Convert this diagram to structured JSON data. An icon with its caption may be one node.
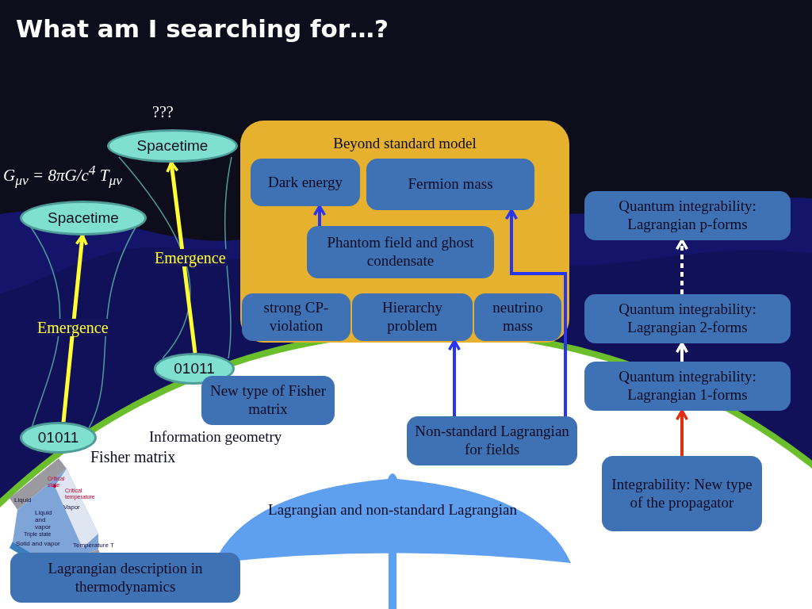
{
  "diagram": {
    "title": "What am I searching for…?",
    "nodes": [
      {
        "text": [
          "Spacetime"
        ],
        "beside": [
          "???"
        ]
      },
      {
        "text": [
          "Spacetime"
        ]
      },
      {
        "text": [
          "01011"
        ],
        "beside": [
          "Fisher matrix"
        ]
      },
      {
        "text": [
          "01011"
        ]
      },
      {
        "text": [
          "New type of Fisher matrix"
        ]
      },
      {
        "text": [
          "Beyond standard model"
        ]
      },
      {
        "text": [
          "Dark energy"
        ],
        "in": 5
      },
      {
        "text": [
          "Fermion mass"
        ],
        "in": 5
      },
      {
        "text": [
          "Phantom field and ghost condensate"
        ],
        "in": 5
      },
      {
        "text": [
          "strong CP-violation"
        ],
        "in": 5
      },
      {
        "text": [
          "Hierarchy problem"
        ],
        "in": 5
      },
      {
        "text": [
          "neutrino mass"
        ],
        "in": 5
      },
      {
        "text": [
          "Non-standard Lagrangian for fields"
        ]
      },
      {
        "text": [
          "Lagrangian and non-standard Lagrangian"
        ]
      },
      {
        "text": [
          "Quantum integrability: Lagrangian p-forms"
        ]
      },
      {
        "text": [
          "Quantum integrability: Lagrangian 2-forms"
        ]
      },
      {
        "text": [
          "Quantum integrability: Lagrangian 1-forms"
        ]
      },
      {
        "text": [
          "Integrability: New type of the propagator"
        ]
      },
      {
        "text": [
          "Lagrangian description in thermodynamics"
        ]
      }
    ],
    "edges": [
      {
        "from": 2,
        "to": 1,
        "arrow": "to",
        "label": "Emergence",
        "color": "#ffff33"
      },
      {
        "from": 3,
        "to": 0,
        "arrow": "to",
        "label": "Emergence",
        "color": "#ffff33"
      },
      {
        "from": 8,
        "to": 6,
        "arrow": "to"
      },
      {
        "from": 12,
        "to": 7,
        "arrow": "to"
      },
      {
        "from": 12,
        "to": 10,
        "arrow": "to"
      },
      {
        "from": 16,
        "to": 15,
        "arrow": "to",
        "color": "#ffffff"
      },
      {
        "from": 15,
        "to": 14,
        "arrow": "to",
        "style": "dashed",
        "color": "#ffffff"
      },
      {
        "from": 17,
        "to": 16,
        "arrow": "to",
        "color": "#e03010"
      }
    ],
    "labels": [
      "G$_{μν}$ = 8πG/c$^{4}$ T$_{μν}$",
      "Information geometry",
      "Liquid",
      "Liquid and vapor",
      "Vapor",
      "Solid and vapor",
      "Critical state",
      "Critical temperature",
      "Triple state",
      "Temperature T"
    ]
  }
}
